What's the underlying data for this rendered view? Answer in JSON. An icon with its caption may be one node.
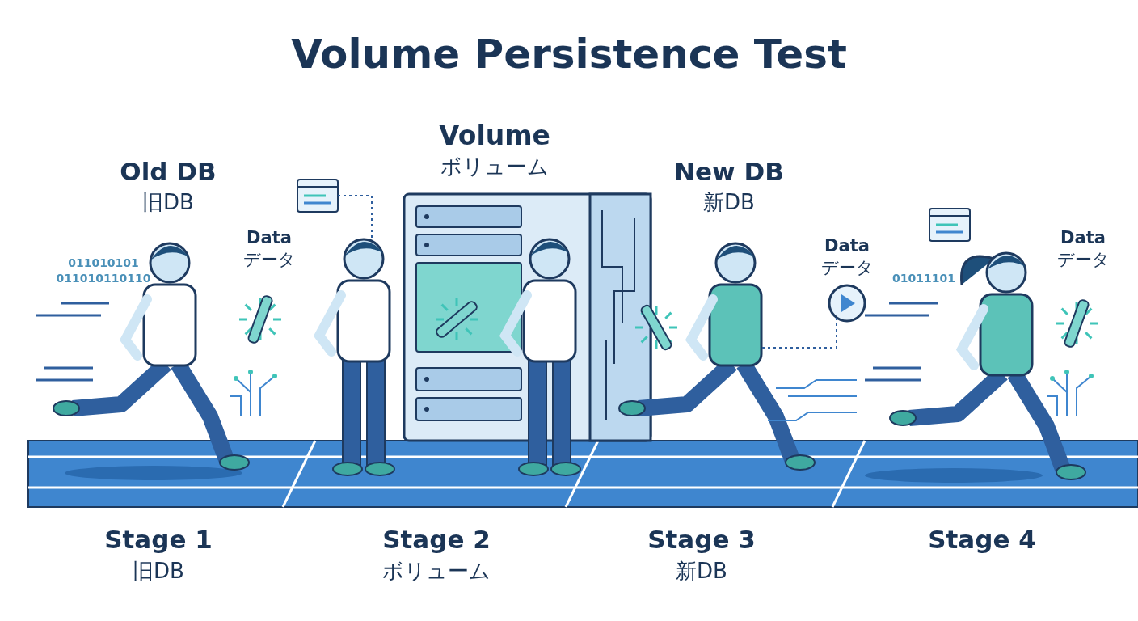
{
  "diagram": {
    "title": "Volume Persistence Test",
    "nodes": [
      {
        "text": [],
        "shape": "picture"
      },
      {
        "text": [],
        "shape": "person"
      },
      {
        "text": [],
        "shape": "picture"
      },
      {
        "text": [],
        "shape": "person"
      }
    ],
    "edges": [
      {
        "from": 0,
        "to": 1,
        "arrow": "none",
        "style": "dashed"
      },
      {
        "from": 2,
        "to": 3,
        "arrow": "none",
        "style": "dashed"
      }
    ],
    "labels": [
      "Volume",
      "ボリューム",
      "Old DB",
      "旧DB",
      "New DB",
      "新DB",
      "Data",
      "データ",
      "011010101",
      "011010110110",
      "Data",
      "データ",
      "Data",
      "データ",
      "01011101",
      "Stage 1",
      "旧DB",
      "Stage 2",
      "ボリューム",
      "Stage 3",
      "新DB",
      "Stage 4"
    ]
  }
}
